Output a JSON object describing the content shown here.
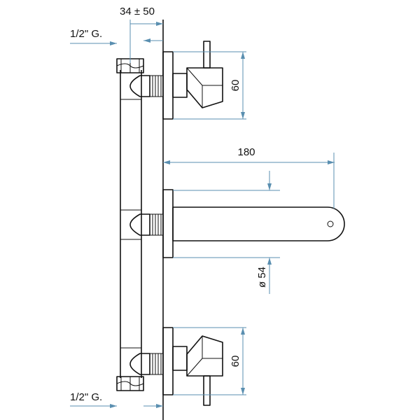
{
  "labels": {
    "offset_range": "34 ± 50",
    "thread_top": "1/2\" G.",
    "thread_bottom": "1/2\" G.",
    "handle_top_height": "60",
    "spout_length": "180",
    "spout_diameter": "ø 54",
    "handle_bottom_height": "60"
  },
  "colors": {
    "outline": "#111111",
    "dimension": "#5a8fb0"
  }
}
